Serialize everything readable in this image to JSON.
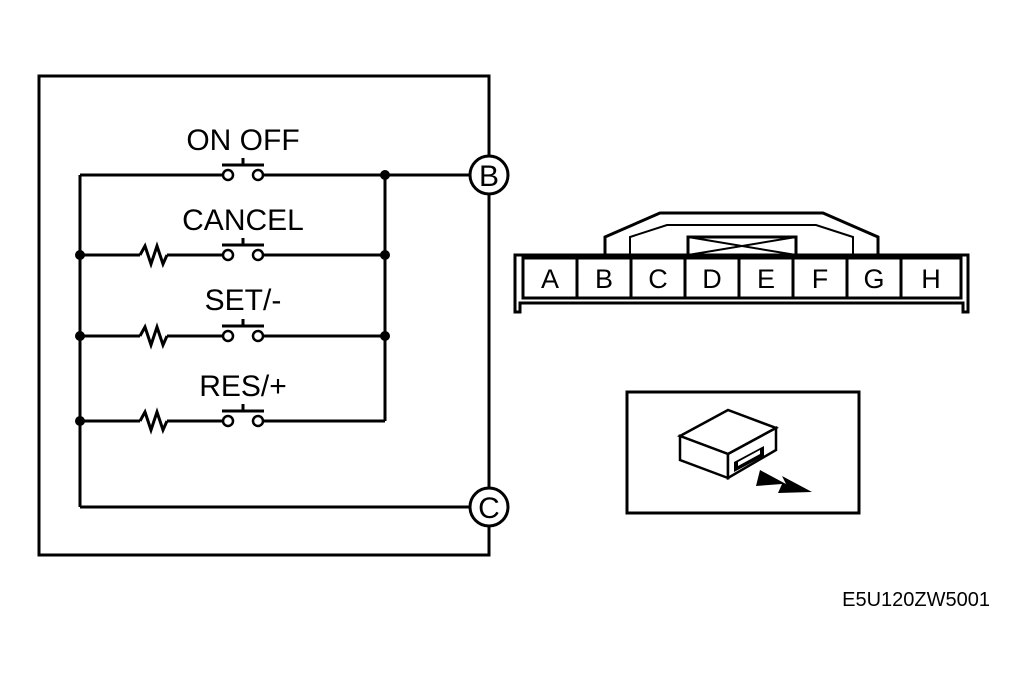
{
  "switches": {
    "on_off": "ON OFF",
    "cancel": "CANCEL",
    "set": "SET/-",
    "res": "RES/+"
  },
  "terminals": {
    "b": "B",
    "c": "C"
  },
  "connector": {
    "pins": [
      "A",
      "B",
      "C",
      "D",
      "E",
      "F",
      "G",
      "H"
    ]
  },
  "figure_code": "E5U120ZW5001"
}
